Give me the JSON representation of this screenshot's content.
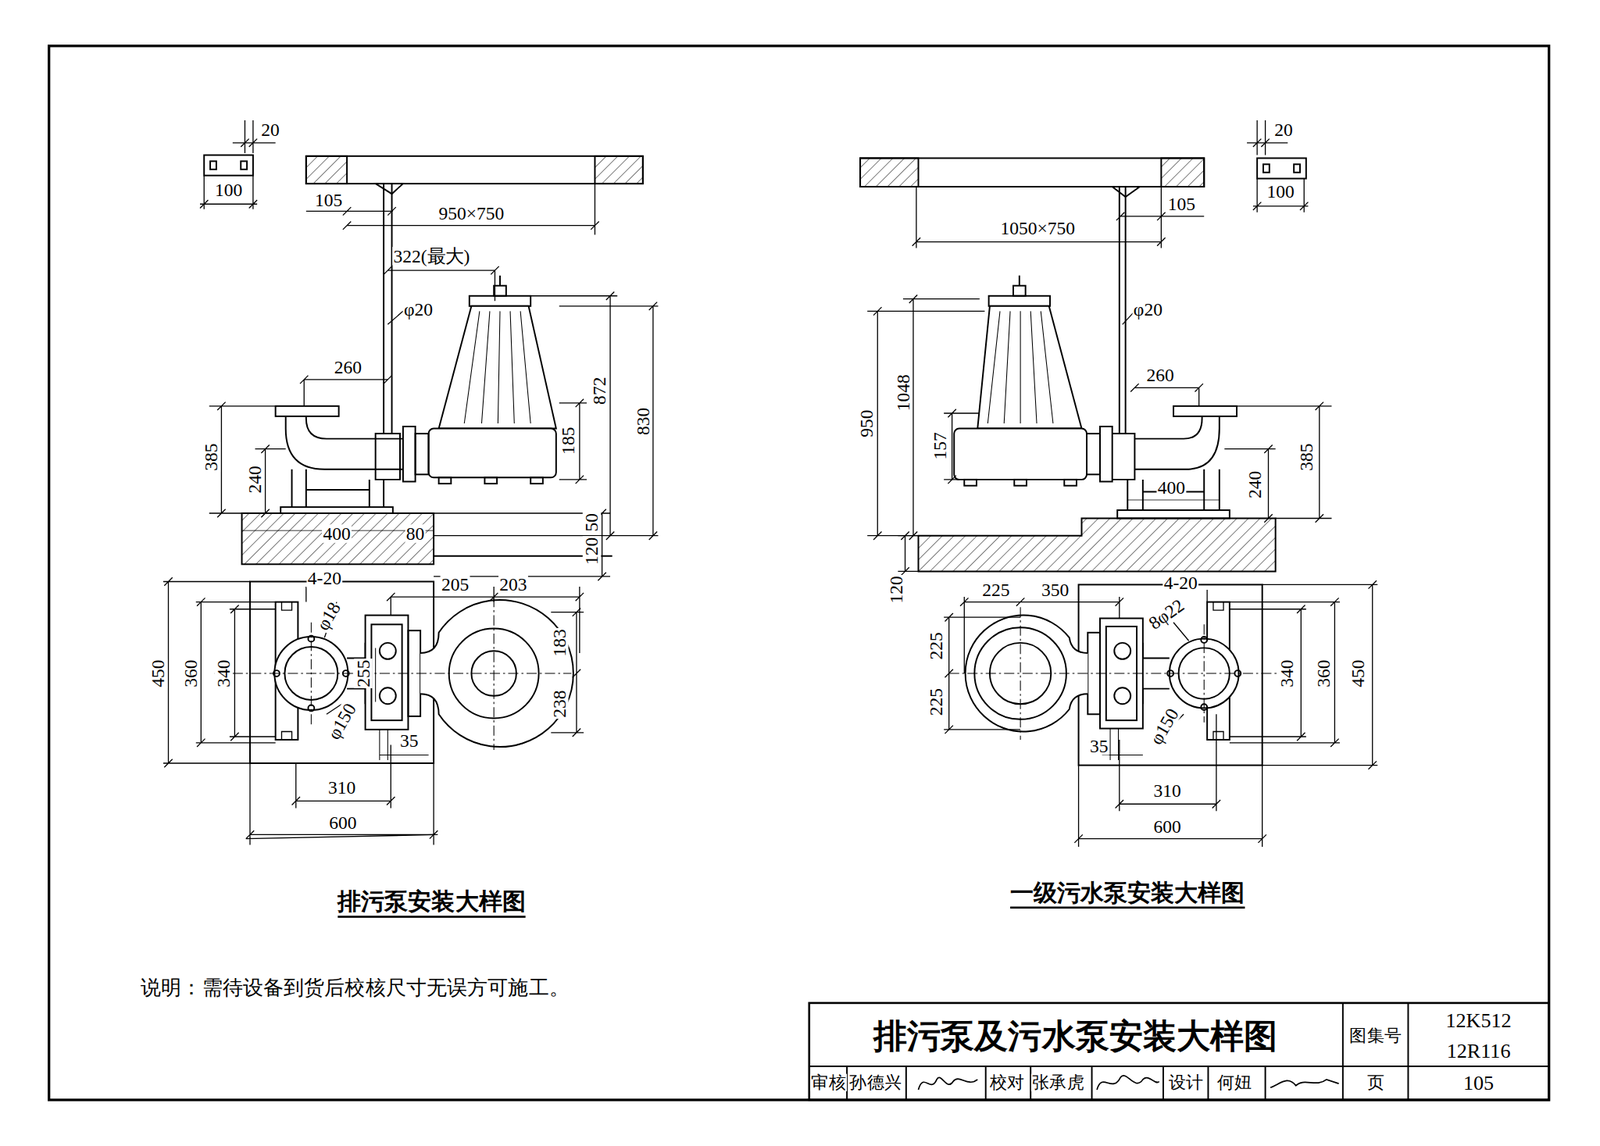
{
  "diagram": {
    "title": "排污泵及污水泵安装大样图",
    "labels": [
      "20",
      "100",
      "105",
      "950×750",
      "322(最大)",
      "φ20",
      "260",
      "385",
      "240",
      "185",
      "872",
      "830",
      "400",
      "80",
      "50",
      "120",
      "4-20",
      "205",
      "203",
      "φ18",
      "450",
      "360",
      "340",
      "255",
      "183",
      "238",
      "φ150",
      "35",
      "310",
      "600",
      "排污泵安装大样图",
      "20",
      "100",
      "105",
      "1050×750",
      "φ20",
      "260",
      "1048",
      "950",
      "157",
      "385",
      "240",
      "400",
      "120",
      "225",
      "350",
      "4-20",
      "8φ22",
      "225",
      "225",
      "340",
      "360",
      "450",
      "φ150",
      "35",
      "310",
      "600",
      "一级污水泵安装大样图",
      "说明：需待设备到货后校核尺寸无误方可施工。",
      "图集号",
      "12K512",
      "12R116",
      "审核",
      "孙德兴",
      "校对",
      "张承虎",
      "设计",
      "何妞",
      "页",
      "105"
    ]
  }
}
